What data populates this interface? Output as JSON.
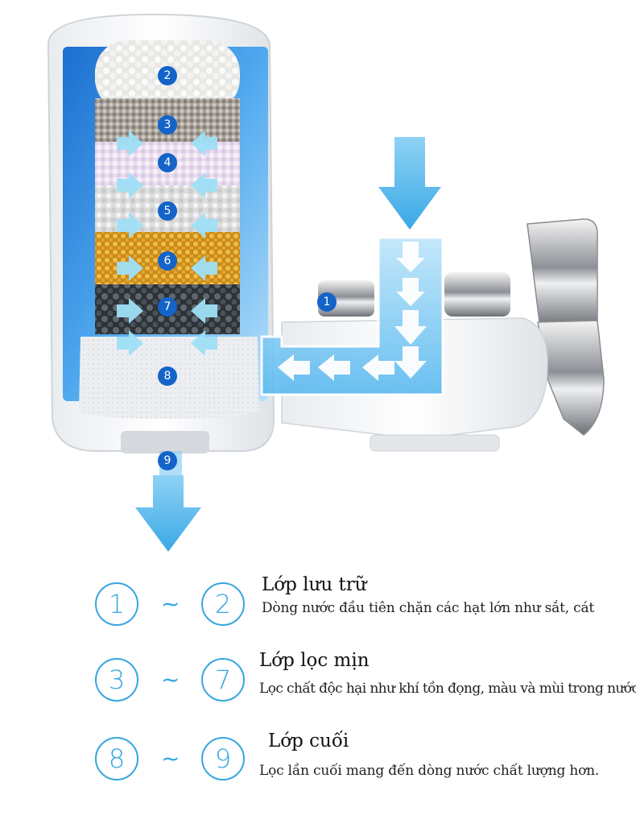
{
  "diagram": {
    "markers": [
      "1",
      "2",
      "3",
      "4",
      "5",
      "6",
      "7",
      "8",
      "9"
    ],
    "colors": {
      "accent": "#35a6e0",
      "badge": "#1463c8",
      "water": "#5fbef0"
    }
  },
  "legend": [
    {
      "from": "1",
      "sep": "~",
      "to": "2",
      "title": "Lớp lưu trữ",
      "desc": "Dòng nước đầu tiên chặn các hạt lớn như sắt, cát"
    },
    {
      "from": "3",
      "sep": "~",
      "to": "7",
      "title": "Lớp lọc mịn",
      "desc": "Lọc chất độc hại như khí tồn đọng, màu và mùi trong nước"
    },
    {
      "from": "8",
      "sep": "~",
      "to": "9",
      "title": "Lớp cuối",
      "desc": "Lọc lần cuối mang đến dòng nước chất lượng hơn."
    }
  ]
}
